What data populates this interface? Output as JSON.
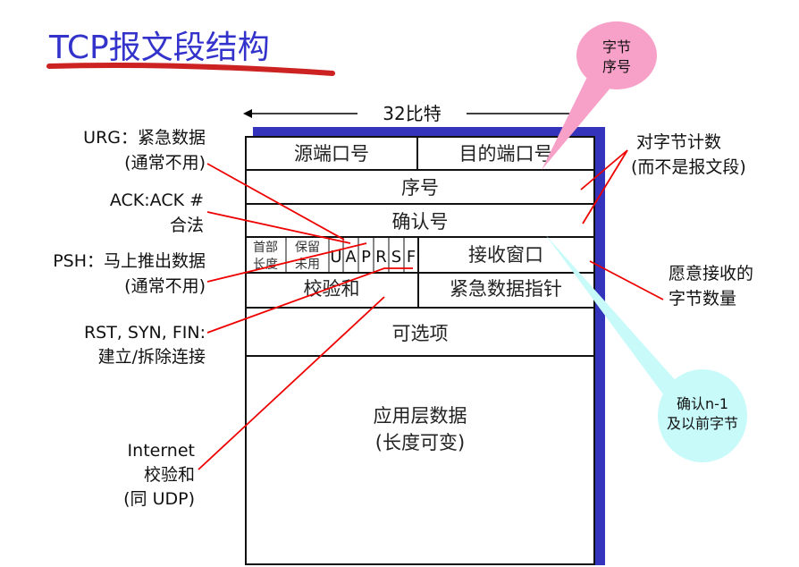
{
  "title": "TCP报文段结构",
  "width_label": "32比特",
  "fields": {
    "src_port": "源端口号",
    "dst_port": "目的端口号",
    "seq": "序号",
    "ack": "确认号",
    "hdr_len": [
      "首部",
      "长度"
    ],
    "reserved": [
      "保留",
      "未用"
    ],
    "flags": [
      "U",
      "A",
      "P",
      "R",
      "S",
      "F"
    ],
    "rcv_window": "接收窗口",
    "checksum": "校验和",
    "urg_ptr": "紧急数据指针",
    "options": "可选项",
    "data": [
      "应用层数据",
      "(长度可变)"
    ]
  },
  "annotations": {
    "urg": [
      "URG：紧急数据",
      "(通常不用)"
    ],
    "ack": [
      "ACK:ACK #",
      "合法"
    ],
    "psh": [
      "PSH：马上推出数据",
      "(通常不用)"
    ],
    "rst": [
      "RST, SYN, FIN:",
      "建立/拆除连接"
    ],
    "internet": [
      "Internet",
      "校验和",
      "(同 UDP)"
    ],
    "byte_count": [
      "对字节计数",
      "(而不是报文段)"
    ],
    "window": [
      "愿意接收的",
      "字节数量"
    ],
    "seq_bubble": [
      "字节",
      "序号"
    ],
    "ack_bubble": [
      "确认n-1",
      "及以前字节"
    ]
  },
  "colors": {
    "title": "#3333cc",
    "underline": "#cc2222",
    "shadow": "#3333bb",
    "pointer": "#ee0000",
    "pink_bubble": "#f7a0c8",
    "cyan_bubble": "#c8fafa"
  }
}
